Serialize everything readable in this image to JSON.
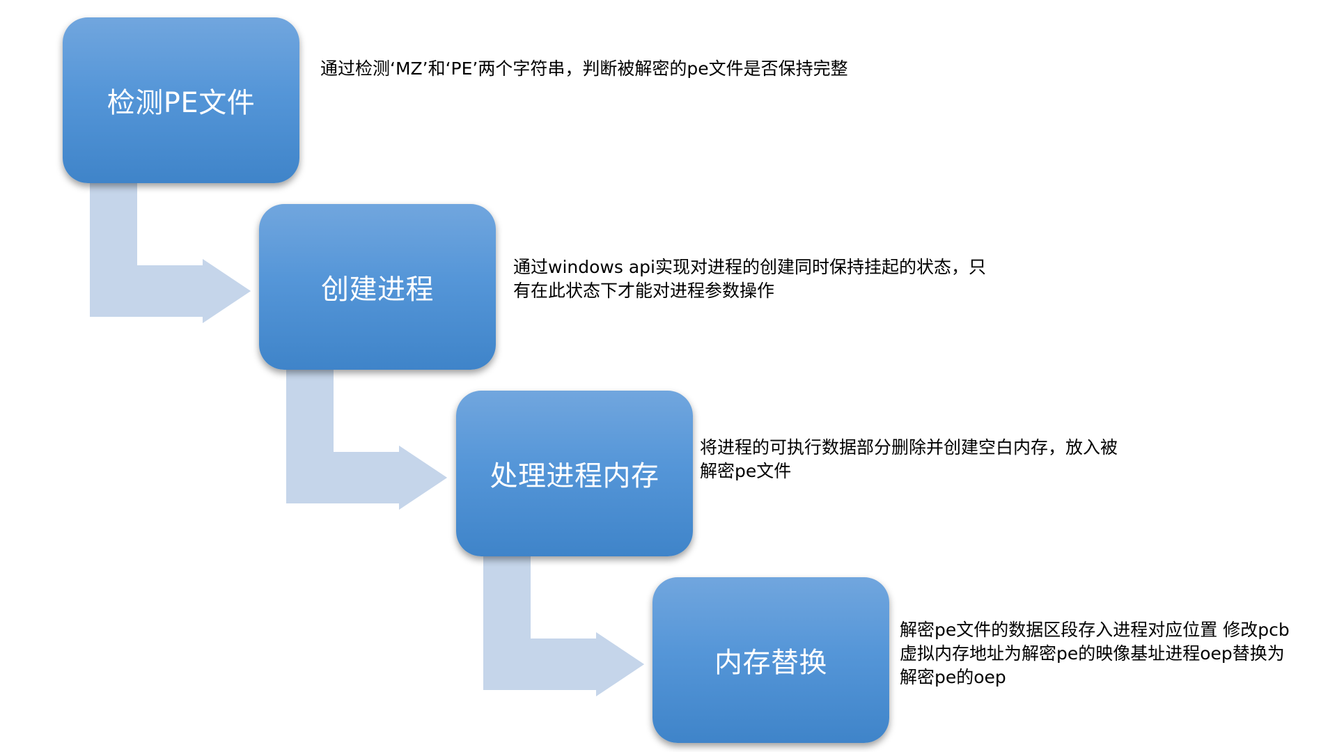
{
  "diagram": {
    "accent_color": "#5596d8",
    "connector_color": "#c5d5ea",
    "steps": [
      {
        "title": "检测PE文件",
        "description": "通过检测‘MZ’和‘PE’两个字符串，判断被解密的pe文件是否保持完整"
      },
      {
        "title": "创建进程",
        "description": "通过windows api实现对进程的创建同时保持挂起的状态，只有在此状态下才能对进程参数操作"
      },
      {
        "title": "处理进程内存",
        "description": "将进程的可执行数据部分删除并创建空白内存，放入被解密pe文件"
      },
      {
        "title": "内存替换",
        "description": "解密pe文件的数据区段存入进程对应位置 修改pcb虚拟内存地址为解密pe的映像基址进程oep替换为解密pe的oep"
      }
    ]
  }
}
